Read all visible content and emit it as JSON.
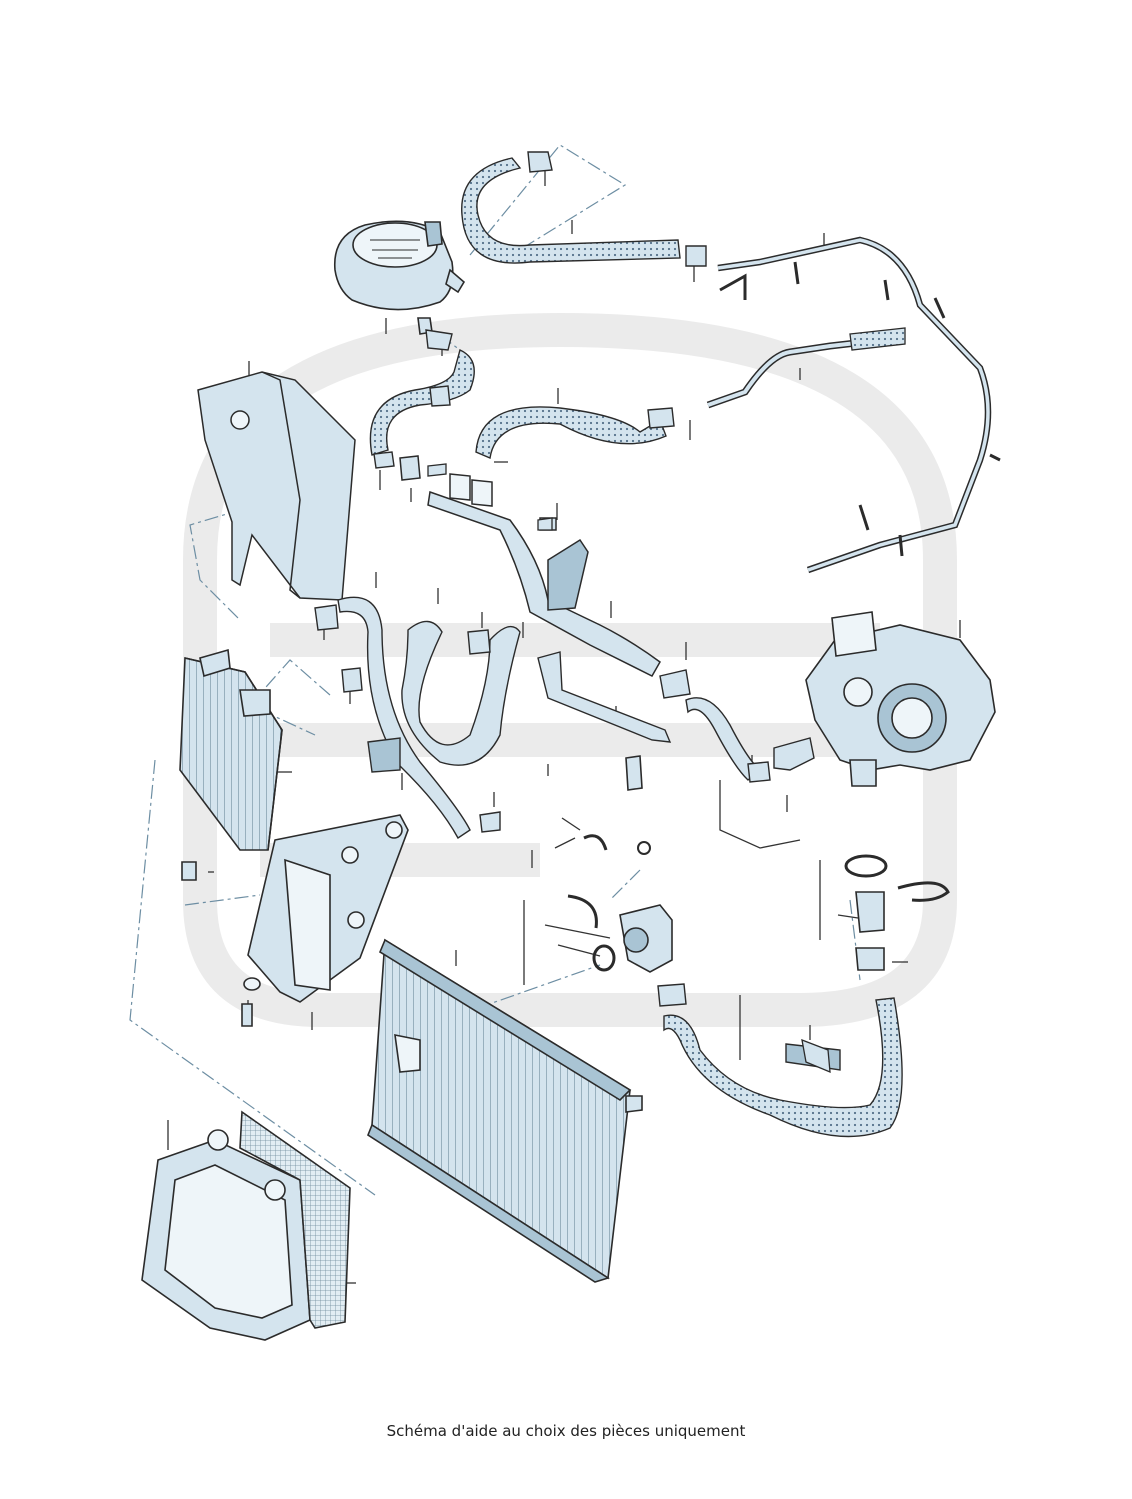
{
  "caption": "Schéma d'aide au choix des pièces uniquement",
  "colors": {
    "part_fill": "#d4e4ee",
    "part_light": "#eef5f9",
    "part_shade": "#a9c4d4",
    "outline": "#2b2b2b",
    "watermark": "#ececec",
    "leader": "#6d8ea3"
  },
  "watermark": "brand-logo-watermark",
  "parts": [
    "expansion-tank",
    "upper-hose",
    "coolant-pipe",
    "heater-hoses",
    "air-guide-left",
    "aux-radiator",
    "thermostat-housing",
    "water-pump",
    "bracket",
    "radiator",
    "lower-hose",
    "fan-shroud",
    "filter-grille"
  ]
}
